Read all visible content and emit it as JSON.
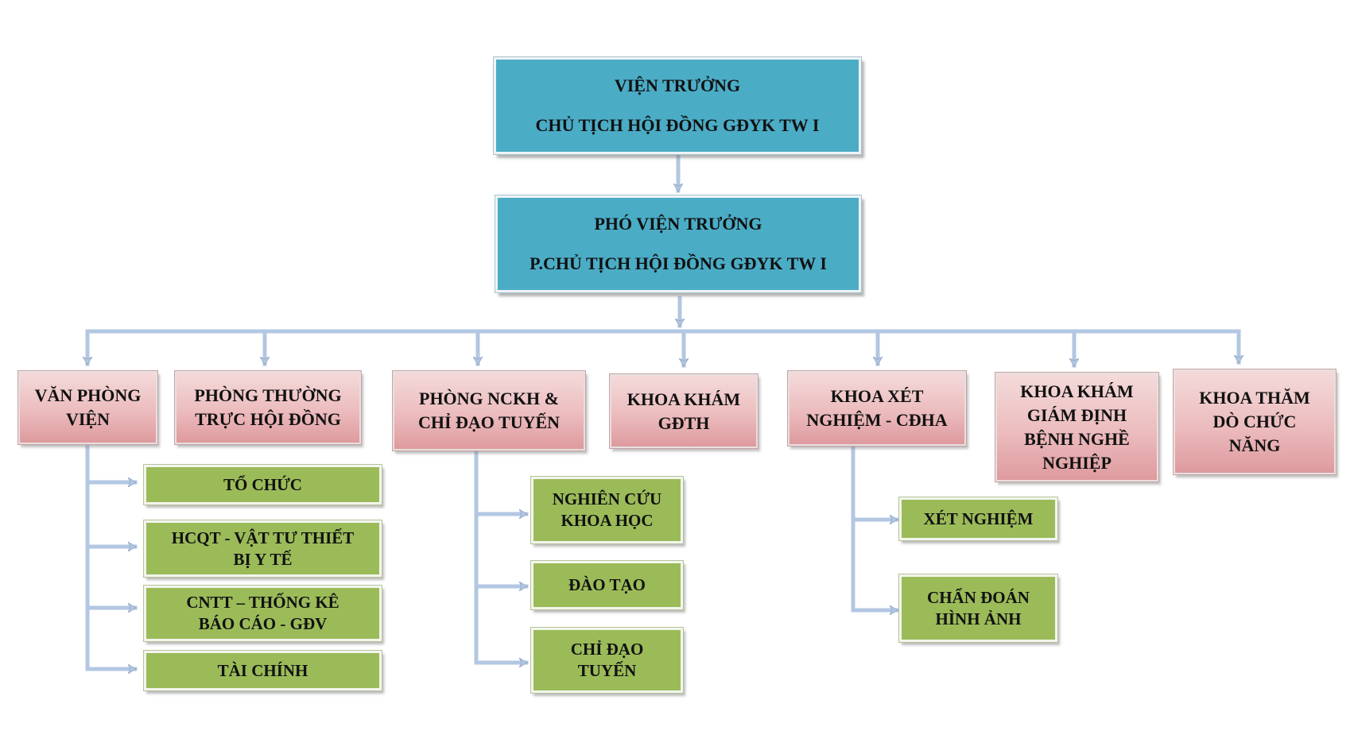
{
  "title": {
    "line1": "VIỆN TRƯỞNG",
    "line2": "CHỦ TỊCH HỘI ĐỒNG GĐYK TW I"
  },
  "deputy": {
    "line1": "PHÓ VIỆN TRƯỞNG",
    "line2": "P.CHỦ TỊCH HỘI ĐỒNG GĐYK TW I"
  },
  "departments": [
    "VĂN PHÒNG\nVIỆN",
    "PHÒNG THƯỜNG\nTRỰC HỘI ĐỒNG",
    "PHÒNG NCKH &\nCHỈ ĐẠO TUYẾN",
    "KHOA KHÁM\nGĐTH",
    "KHOA XÉT\nNGHIỆM - CĐHA",
    "KHOA KHÁM\nGIÁM ĐỊNH\nBỆNH NGHỀ\nNGHIỆP",
    "KHOA THĂM\nDÒ CHỨC\nNĂNG"
  ],
  "van_phong_units": [
    "TỔ CHỨC",
    "HCQT - VẬT TƯ THIẾT\nBỊ Y TẾ",
    "CNTT – THỐNG KÊ\nBÁO CÁO - GĐV",
    "TÀI CHÍNH"
  ],
  "nckh_units": [
    "NGHIÊN CỨU\nKHOA  HỌC",
    "ĐÀO TẠO",
    "CHỈ ĐẠO\nTUYẾN"
  ],
  "xet_nghiem_units": [
    "XÉT NGHIỆM",
    "CHẨN ĐOÁN\nHÌNH ẢNH"
  ],
  "colors": {
    "top_fill": "#4bacc6",
    "department_fill": "#ecbcbe",
    "unit_fill": "#9bbb59",
    "connector": "#b3c7e2"
  }
}
